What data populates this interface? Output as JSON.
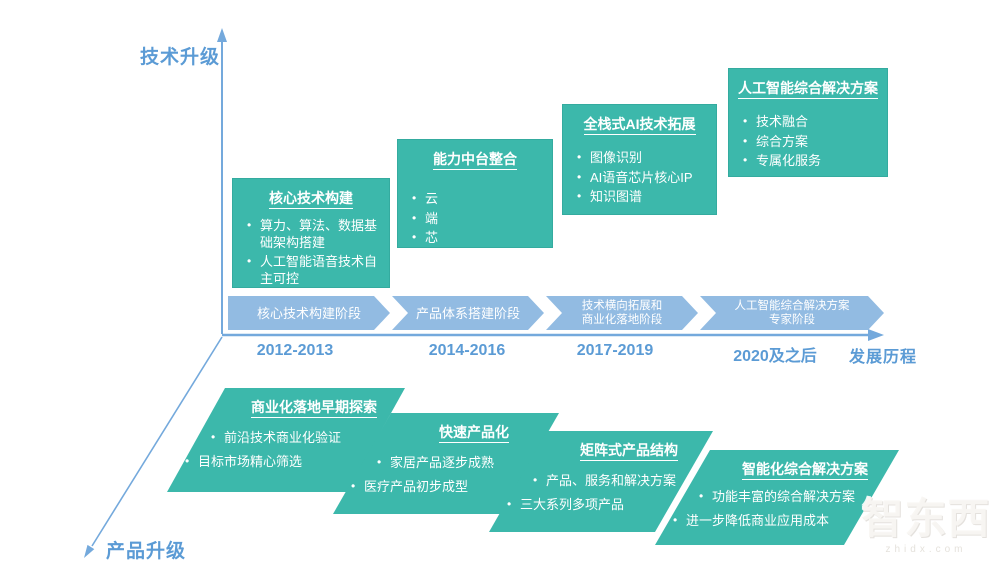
{
  "axes": {
    "tech_label": "技术升级",
    "product_label": "产品升级",
    "timeline_label": "发展历程"
  },
  "tech_boxes": [
    {
      "title": "核心技术构建",
      "bullets": [
        "算力、算法、数据基础架构搭建",
        "人工智能语音技术自主可控"
      ]
    },
    {
      "title": "能力中台整合",
      "bullets": [
        "云",
        "端",
        "芯"
      ]
    },
    {
      "title": "全栈式AI技术拓展",
      "bullets": [
        "图像识别",
        "AI语音芯片核心IP",
        "知识图谱"
      ]
    },
    {
      "title": "人工智能综合解决方案",
      "bullets": [
        "技术融合",
        "综合方案",
        "专属化服务"
      ]
    }
  ],
  "timeline": {
    "phases": [
      {
        "line1": "核心技术构建阶段",
        "period": "2012-2013"
      },
      {
        "line1": "产品体系搭建阶段",
        "period": "2014-2016"
      },
      {
        "line1": "技术横向拓展和",
        "line2": "商业化落地阶段",
        "period": "2017-2019"
      },
      {
        "line1": "人工智能综合解决方案",
        "line2": "专家阶段",
        "period": "2020及之后"
      }
    ]
  },
  "product_stages": [
    {
      "title": "商业化落地早期探索",
      "bullets": [
        "前沿技术商业化验证",
        "目标市场精心筛选"
      ]
    },
    {
      "title": "快速产品化",
      "bullets": [
        "家居产品逐步成熟",
        "医疗产品初步成型"
      ]
    },
    {
      "title": "矩阵式产品结构",
      "bullets": [
        "产品、服务和解决方案",
        "三大系列多项产品"
      ]
    },
    {
      "title": "智能化综合解决方案",
      "bullets": [
        "功能丰富的综合解决方案",
        "进一步降低商业应用成本"
      ]
    }
  ],
  "watermark": {
    "logo": "智东西",
    "url": "zhidx.com"
  },
  "colors": {
    "teal": "#3cb8ab",
    "chevron_blue": "#92bbe2",
    "accent_blue": "#5b9bd5",
    "axis_blue": "#74a9dc"
  }
}
